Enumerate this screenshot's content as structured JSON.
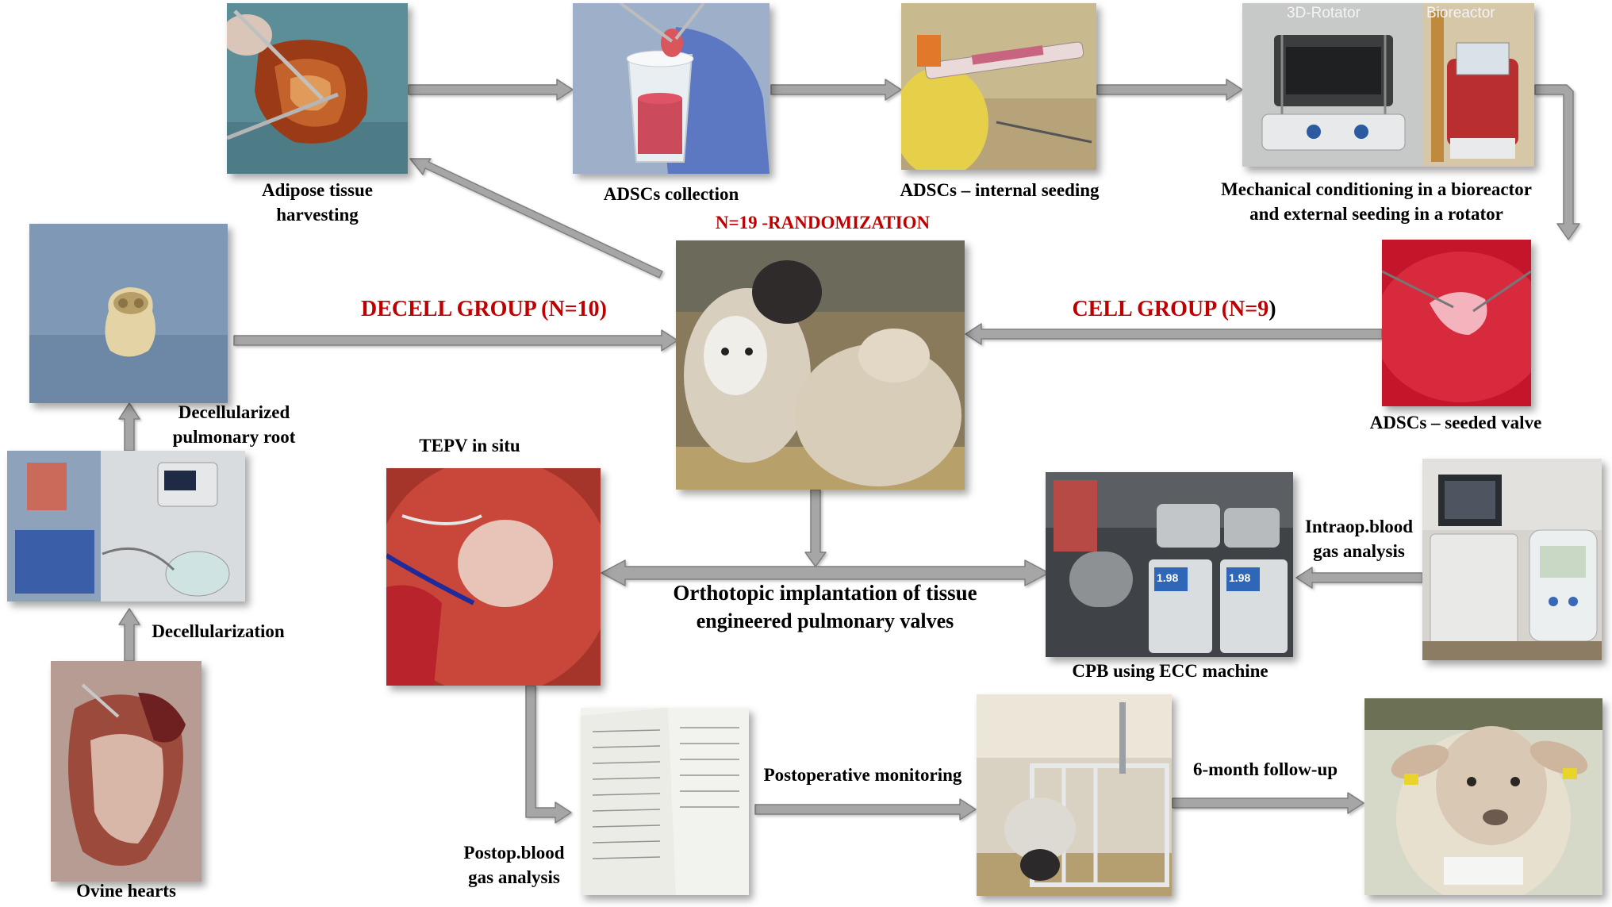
{
  "colors": {
    "accent_red": "#c00000",
    "arrow_fill": "#a6a6a6",
    "arrow_stroke": "#7f7f7f",
    "text": "#000000"
  },
  "labels": {
    "adipose_harvest": "Adipose tissue\nharvesting",
    "adscs_collection": "ADSCs collection",
    "internal_seeding": "ADSCs – internal seeding",
    "mechanical_conditioning": "Mechanical conditioning in a bioreactor\nand external seeding in a rotator",
    "rotator_tag": "3D-Rotator",
    "bioreactor_tag": "Bioreactor",
    "decell_root": "Decellularized\npulmonary root",
    "decellularization": "Decellularization",
    "ovine_hearts": "Ovine hearts",
    "seeded_valve": "ADSCs – seeded valve",
    "tepv_in_situ": "TEPV in situ",
    "intraop_blood": "Intraop.blood\ngas analysis",
    "cpb_ecc": "CPB using ECC machine",
    "postop_blood": "Postop.blood\ngas analysis",
    "postop_monitoring": "Postoperative monitoring",
    "followup": "6-month follow-up",
    "cpb_display_1": "1.98",
    "cpb_display_2": "1.98"
  },
  "randomization": "N=19 -RANDOMIZATION",
  "decell_group": "DECELL GROUP (N=10)",
  "cell_group": {
    "main": "CELL GROUP (N=9",
    "close": ")"
  },
  "center": {
    "line1": "Orthotopic implantation of tissue",
    "line2": "engineered pulmonary valves"
  }
}
